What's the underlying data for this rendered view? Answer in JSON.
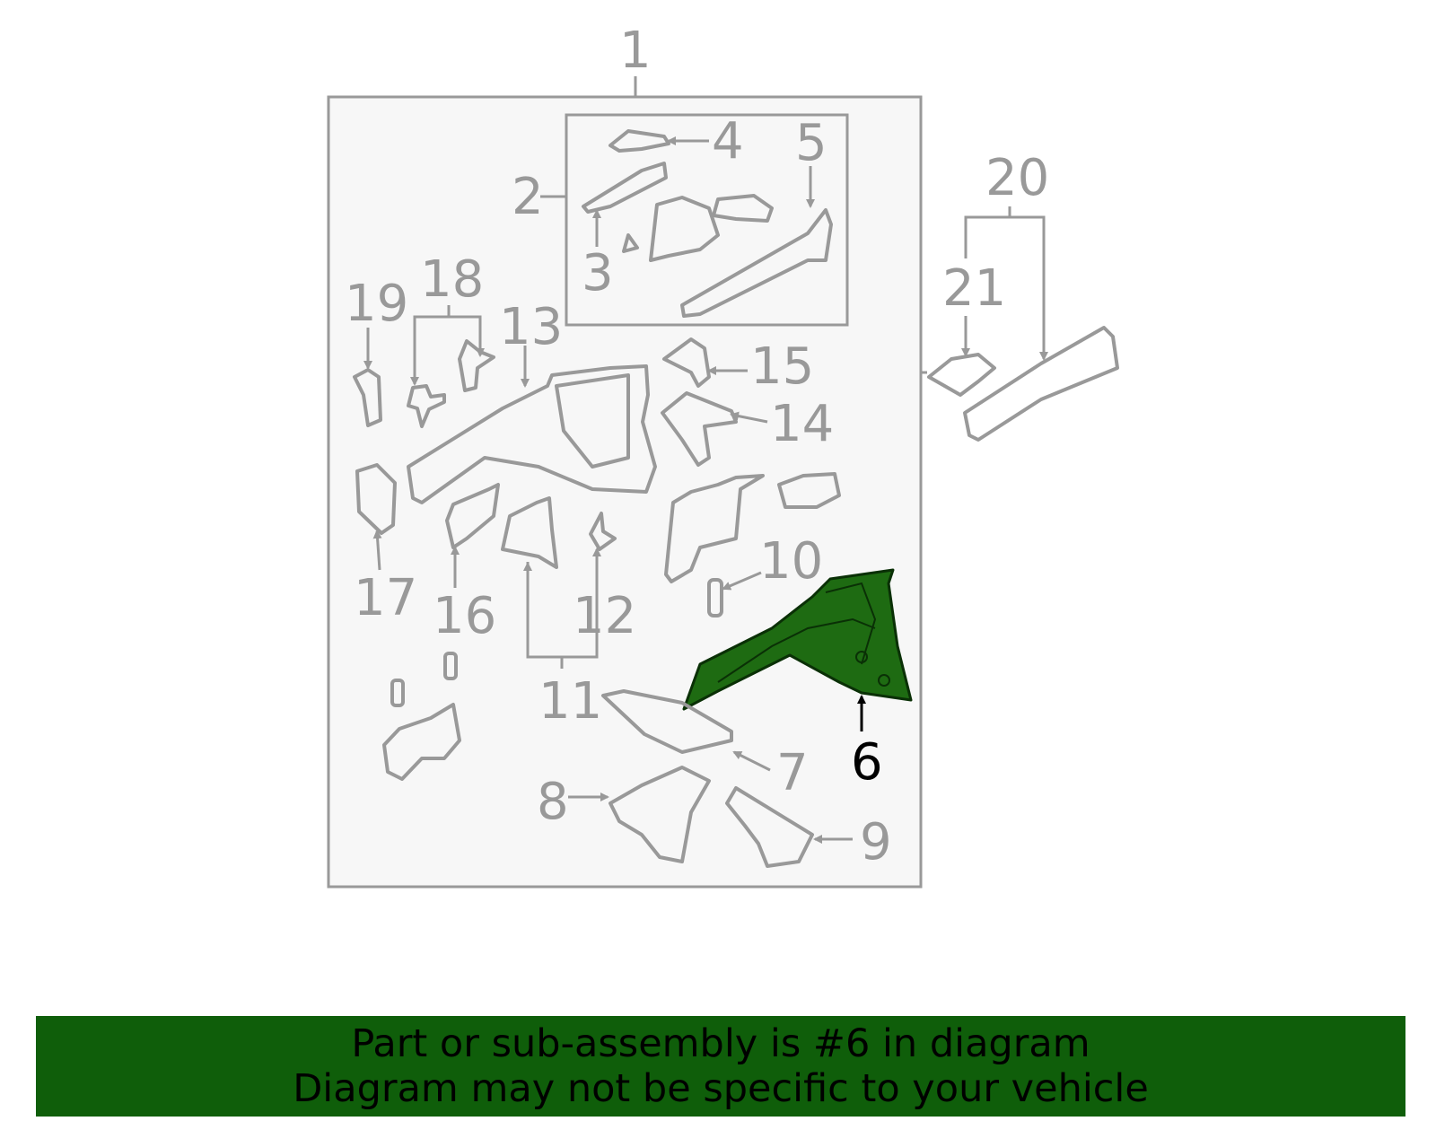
{
  "diagram": {
    "highlighted_part": "6",
    "highlight_color": "#1e6b12",
    "line_color": "#999999",
    "callouts": [
      "1",
      "2",
      "3",
      "4",
      "5",
      "6",
      "7",
      "8",
      "9",
      "10",
      "11",
      "12",
      "13",
      "14",
      "15",
      "16",
      "17",
      "18",
      "19",
      "20",
      "21"
    ]
  },
  "banner": {
    "line1": "Part or sub-assembly is #6 in diagram",
    "line2": "Diagram may not be specific to your vehicle",
    "background": "#0f5e0a"
  }
}
